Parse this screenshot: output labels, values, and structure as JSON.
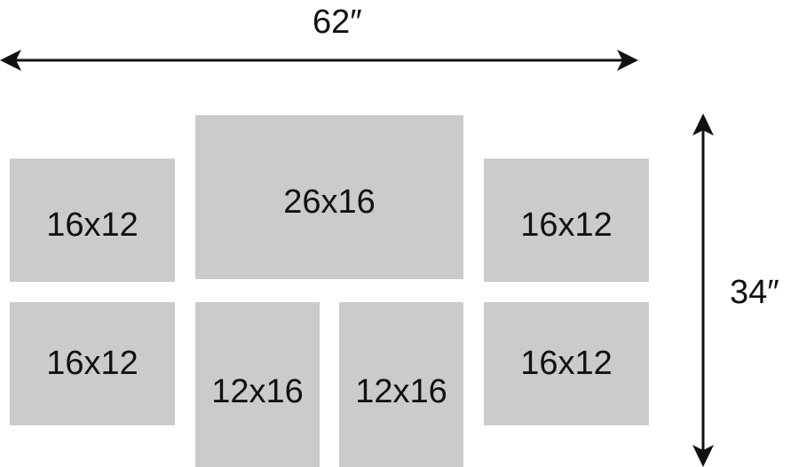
{
  "dimensions": {
    "width": "62″",
    "height": "34″"
  },
  "panels": [
    {
      "label": "16x12"
    },
    {
      "label": "26x16"
    },
    {
      "label": "16x12"
    },
    {
      "label": "16x12"
    },
    {
      "label": "12x16"
    },
    {
      "label": "12x16"
    },
    {
      "label": "16x12"
    }
  ],
  "colors": {
    "panel_fill": "#cbcbcc",
    "text": "#111111",
    "arrow": "#111111"
  }
}
